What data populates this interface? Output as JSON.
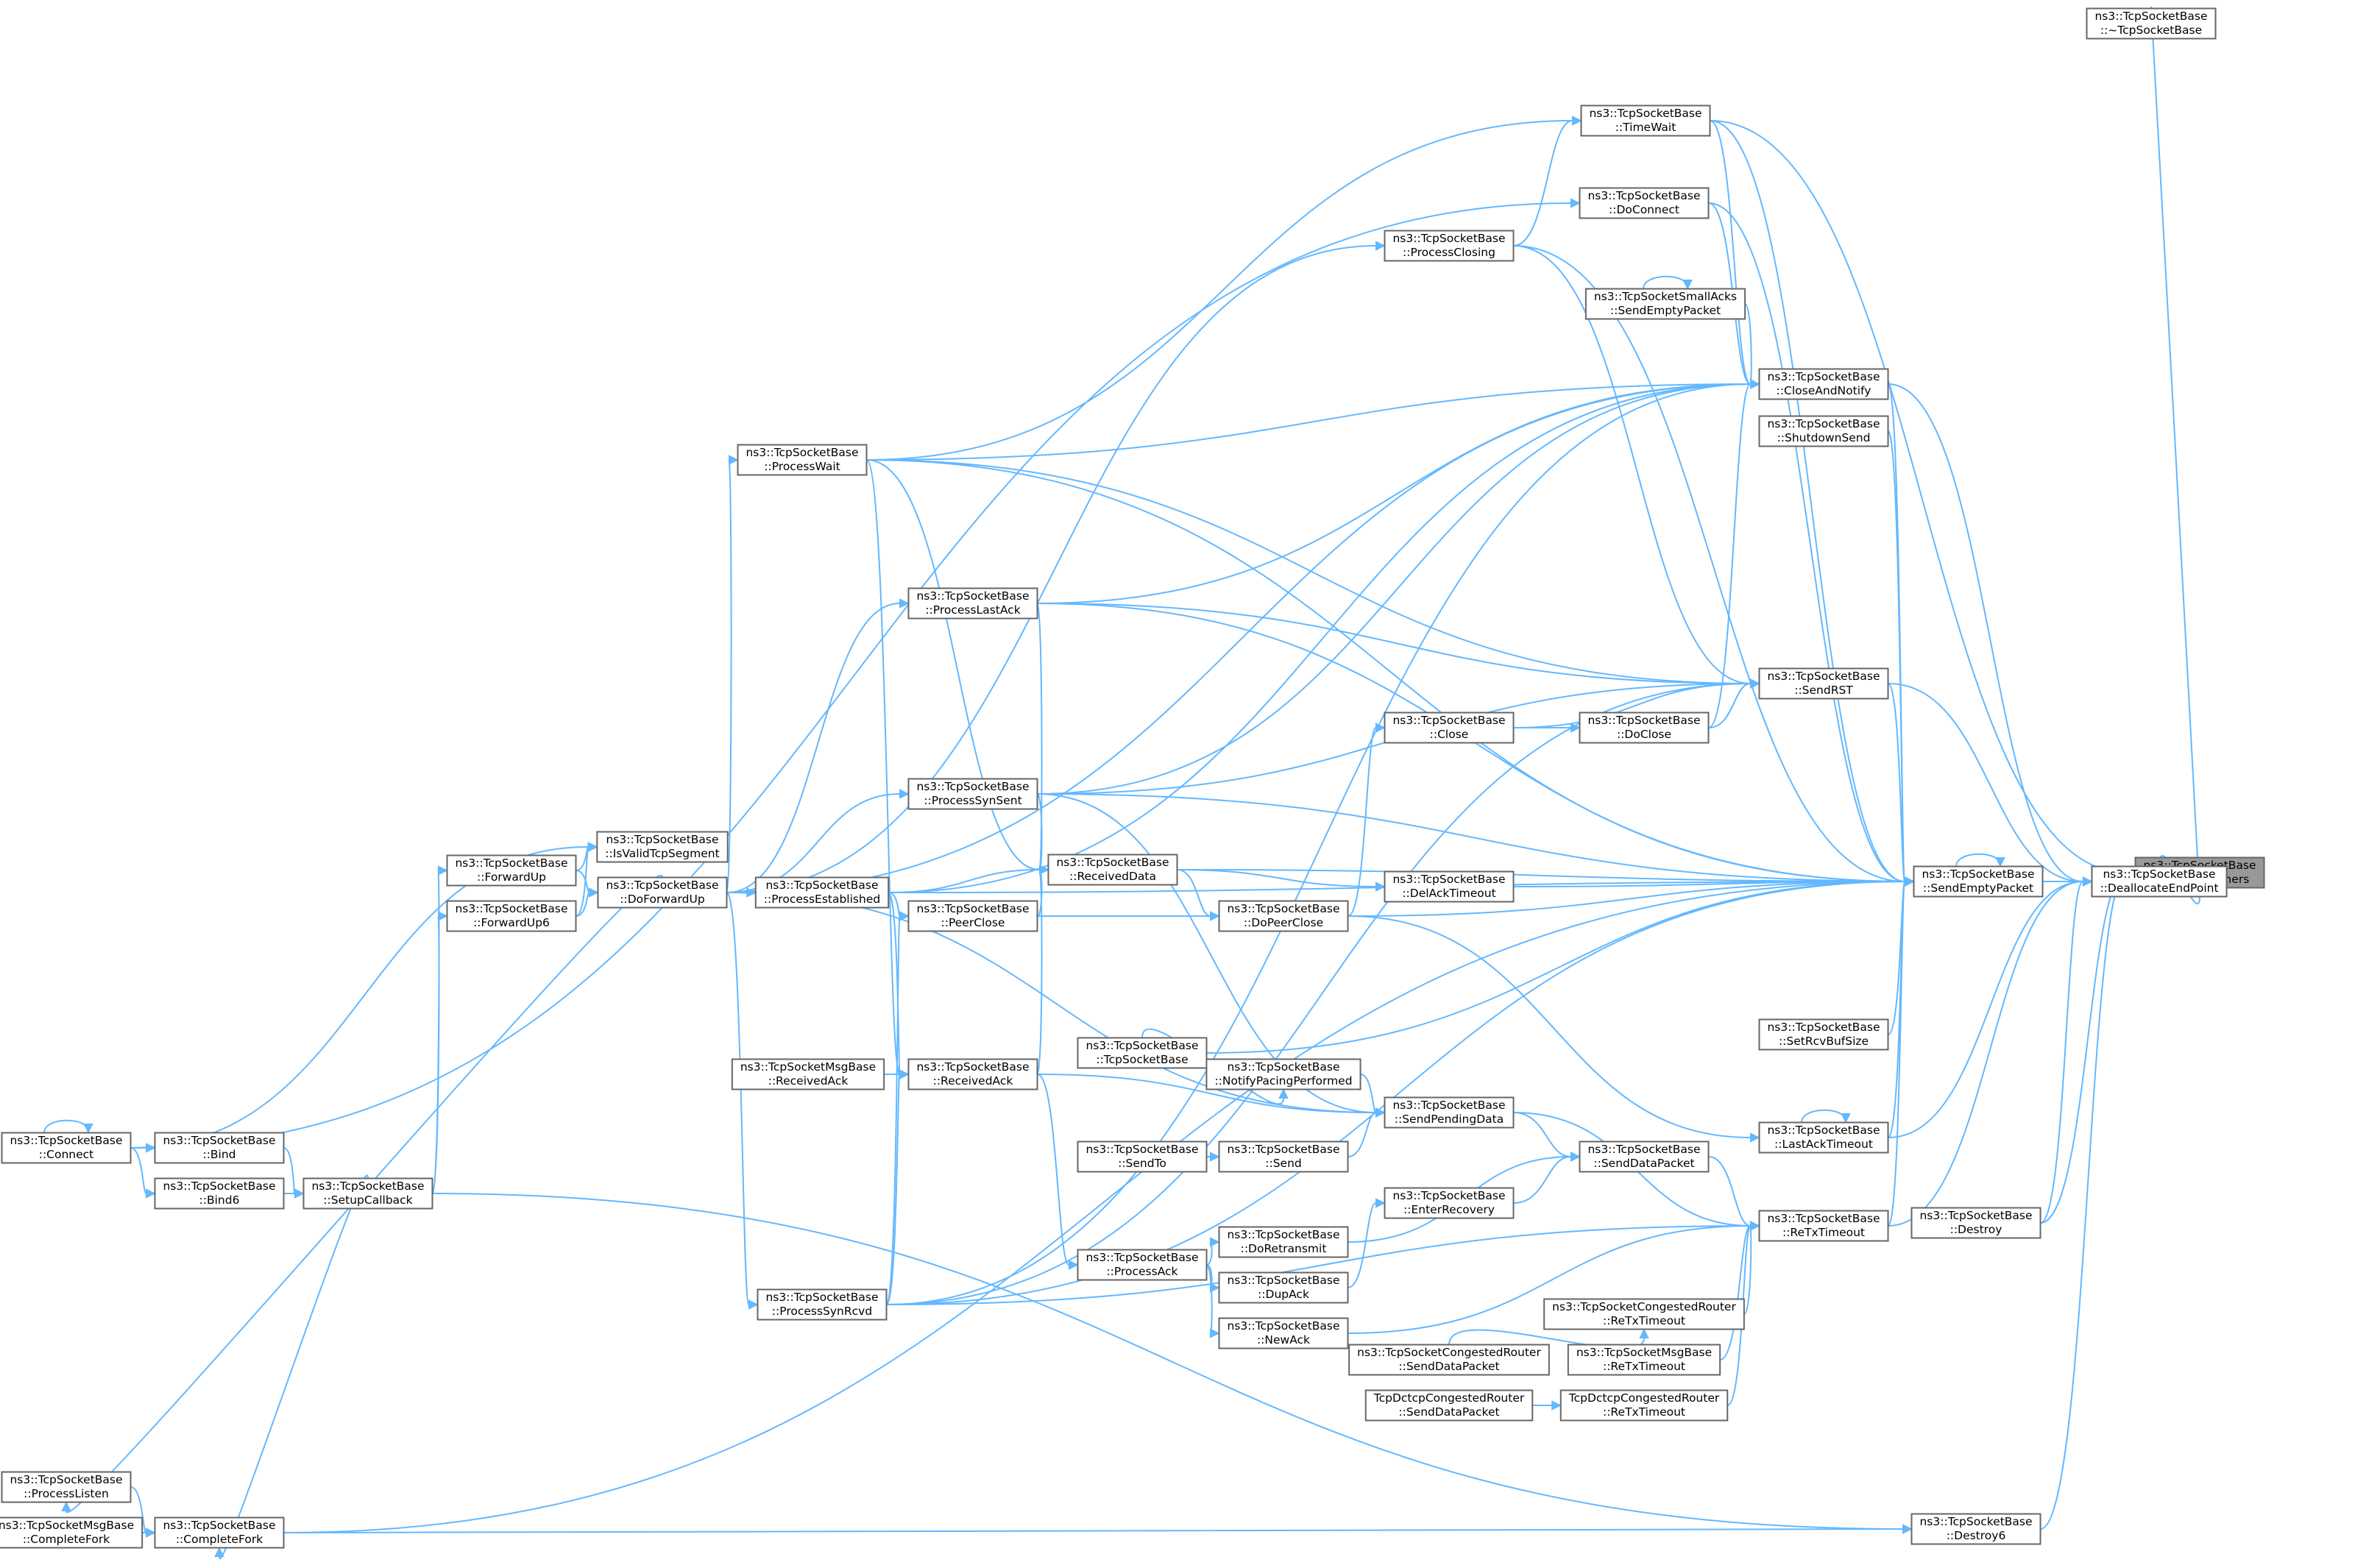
{
  "colors": {
    "edge": "#63b8ff",
    "node_border": "#666666",
    "node_fill": "#ffffff",
    "highlight_fill": "#999999"
  },
  "nodes": {
    "CancelAllTimers": {
      "line1": "ns3::TcpSocketBase",
      "line2": "::CancelAllTimers"
    },
    "Destructor": {
      "line1": "ns3::TcpSocketBase",
      "line2": "::~TcpSocketBase"
    },
    "DeallocateEndPoint": {
      "line1": "ns3::TcpSocketBase",
      "line2": "::DeallocateEndPoint"
    },
    "Destroy": {
      "line1": "ns3::TcpSocketBase",
      "line2": "::Destroy"
    },
    "Destroy6": {
      "line1": "ns3::TcpSocketBase",
      "line2": "::Destroy6"
    },
    "SendEmptyPacket": {
      "line1": "ns3::TcpSocketBase",
      "line2": "::SendEmptyPacket"
    },
    "TimeWait": {
      "line1": "ns3::TcpSocketBase",
      "line2": "::TimeWait"
    },
    "DoConnect": {
      "line1": "ns3::TcpSocketBase",
      "line2": "::DoConnect"
    },
    "ProcessClosing": {
      "line1": "ns3::TcpSocketBase",
      "line2": "::ProcessClosing"
    },
    "SmallAcksSendEmptyPacket": {
      "line1": "ns3::TcpSocketSmallAcks",
      "line2": "::SendEmptyPacket"
    },
    "CloseAndNotify": {
      "line1": "ns3::TcpSocketBase",
      "line2": "::CloseAndNotify"
    },
    "ShutdownSend": {
      "line1": "ns3::TcpSocketBase",
      "line2": "::ShutdownSend"
    },
    "ProcessWait": {
      "line1": "ns3::TcpSocketBase",
      "line2": "::ProcessWait"
    },
    "ProcessLastAck": {
      "line1": "ns3::TcpSocketBase",
      "line2": "::ProcessLastAck"
    },
    "SendRST": {
      "line1": "ns3::TcpSocketBase",
      "line2": "::SendRST"
    },
    "Close": {
      "line1": "ns3::TcpSocketBase",
      "line2": "::Close"
    },
    "DoClose": {
      "line1": "ns3::TcpSocketBase",
      "line2": "::DoClose"
    },
    "ProcessSynSent": {
      "line1": "ns3::TcpSocketBase",
      "line2": "::ProcessSynSent"
    },
    "IsValidTcpSegment": {
      "line1": "ns3::TcpSocketBase",
      "line2": "::IsValidTcpSegment"
    },
    "ForwardUp": {
      "line1": "ns3::TcpSocketBase",
      "line2": "::ForwardUp"
    },
    "ForwardUp6": {
      "line1": "ns3::TcpSocketBase",
      "line2": "::ForwardUp6"
    },
    "DoForwardUp": {
      "line1": "ns3::TcpSocketBase",
      "line2": "::DoForwardUp"
    },
    "ProcessEstablished": {
      "line1": "ns3::TcpSocketBase",
      "line2": "::ProcessEstablished"
    },
    "ReceivedData": {
      "line1": "ns3::TcpSocketBase",
      "line2": "::ReceivedData"
    },
    "DelAckTimeout": {
      "line1": "ns3::TcpSocketBase",
      "line2": "::DelAckTimeout"
    },
    "PeerClose": {
      "line1": "ns3::TcpSocketBase",
      "line2": "::PeerClose"
    },
    "DoPeerClose": {
      "line1": "ns3::TcpSocketBase",
      "line2": "::DoPeerClose"
    },
    "SetRcvBufSize": {
      "line1": "ns3::TcpSocketBase",
      "line2": "::SetRcvBufSize"
    },
    "TcpSocketBaseCtor": {
      "line1": "ns3::TcpSocketBase",
      "line2": "::TcpSocketBase"
    },
    "NotifyPacingPerformed": {
      "line1": "ns3::TcpSocketBase",
      "line2": "::NotifyPacingPerformed"
    },
    "MsgBaseReceivedAck": {
      "line1": "ns3::TcpSocketMsgBase",
      "line2": "::ReceivedAck"
    },
    "ReceivedAck": {
      "line1": "ns3::TcpSocketBase",
      "line2": "::ReceivedAck"
    },
    "SendPendingData": {
      "line1": "ns3::TcpSocketBase",
      "line2": "::SendPendingData"
    },
    "LastAckTimeout": {
      "line1": "ns3::TcpSocketBase",
      "line2": "::LastAckTimeout"
    },
    "Connect": {
      "line1": "ns3::TcpSocketBase",
      "line2": "::Connect"
    },
    "Bind": {
      "line1": "ns3::TcpSocketBase",
      "line2": "::Bind"
    },
    "Bind6": {
      "line1": "ns3::TcpSocketBase",
      "line2": "::Bind6"
    },
    "SetupCallback": {
      "line1": "ns3::TcpSocketBase",
      "line2": "::SetupCallback"
    },
    "SendTo": {
      "line1": "ns3::TcpSocketBase",
      "line2": "::SendTo"
    },
    "Send": {
      "line1": "ns3::TcpSocketBase",
      "line2": "::Send"
    },
    "SendDataPacket": {
      "line1": "ns3::TcpSocketBase",
      "line2": "::SendDataPacket"
    },
    "EnterRecovery": {
      "line1": "ns3::TcpSocketBase",
      "line2": "::EnterRecovery"
    },
    "DoRetransmit": {
      "line1": "ns3::TcpSocketBase",
      "line2": "::DoRetransmit"
    },
    "ProcessAck": {
      "line1": "ns3::TcpSocketBase",
      "line2": "::ProcessAck"
    },
    "DupAck": {
      "line1": "ns3::TcpSocketBase",
      "line2": "::DupAck"
    },
    "ReTxTimeout": {
      "line1": "ns3::TcpSocketBase",
      "line2": "::ReTxTimeout"
    },
    "ProcessSynRcvd": {
      "line1": "ns3::TcpSocketBase",
      "line2": "::ProcessSynRcvd"
    },
    "NewAck": {
      "line1": "ns3::TcpSocketBase",
      "line2": "::NewAck"
    },
    "CongRouterReTx": {
      "line1": "ns3::TcpSocketCongestedRouter",
      "line2": "::ReTxTimeout"
    },
    "CongRouterSendData": {
      "line1": "ns3::TcpSocketCongestedRouter",
      "line2": "::SendDataPacket"
    },
    "MsgBaseReTx": {
      "line1": "ns3::TcpSocketMsgBase",
      "line2": "::ReTxTimeout"
    },
    "DctcpSendData": {
      "line1": "TcpDctcpCongestedRouter",
      "line2": "::SendDataPacket"
    },
    "DctcpReTx": {
      "line1": "TcpDctcpCongestedRouter",
      "line2": "::ReTxTimeout"
    },
    "ProcessListen": {
      "line1": "ns3::TcpSocketBase",
      "line2": "::ProcessListen"
    },
    "CompleteFork": {
      "line1": "ns3::TcpSocketBase",
      "line2": "::CompleteFork"
    },
    "MsgBaseCompleteFork": {
      "line1": "ns3::TcpSocketMsgBase",
      "line2": "::CompleteFork"
    }
  },
  "edges": [
    [
      "CancelAllTimers",
      "Destructor"
    ],
    [
      "CancelAllTimers",
      "DeallocateEndPoint"
    ],
    [
      "CancelAllTimers",
      "Destroy"
    ],
    [
      "CancelAllTimers",
      "Destroy6"
    ],
    [
      "CancelAllTimers",
      "TimeWait"
    ],
    [
      "DeallocateEndPoint",
      "SendEmptyPacket"
    ],
    [
      "DeallocateEndPoint",
      "CloseAndNotify"
    ],
    [
      "DeallocateEndPoint",
      "SendRST"
    ],
    [
      "DeallocateEndPoint",
      "LastAckTimeout"
    ],
    [
      "DeallocateEndPoint",
      "ReTxTimeout"
    ],
    [
      "DeallocateEndPoint",
      "Destroy"
    ],
    [
      "Destroy6",
      "SetupCallback"
    ],
    [
      "Destroy6",
      "CompleteFork"
    ],
    [
      "SendEmptyPacket",
      "TimeWait"
    ],
    [
      "SendEmptyPacket",
      "DoConnect"
    ],
    [
      "SendEmptyPacket",
      "ProcessClosing"
    ],
    [
      "SendEmptyPacket",
      "CloseAndNotify"
    ],
    [
      "SendEmptyPacket",
      "ShutdownSend"
    ],
    [
      "SendEmptyPacket",
      "ProcessWait"
    ],
    [
      "SendEmptyPacket",
      "ProcessLastAck"
    ],
    [
      "SendEmptyPacket",
      "SendRST"
    ],
    [
      "SendEmptyPacket",
      "ProcessSynSent"
    ],
    [
      "SendEmptyPacket",
      "ReceivedData"
    ],
    [
      "SendEmptyPacket",
      "DelAckTimeout"
    ],
    [
      "SendEmptyPacket",
      "DoPeerClose"
    ],
    [
      "SendEmptyPacket",
      "ProcessEstablished"
    ],
    [
      "SendEmptyPacket",
      "TcpSocketBaseCtor"
    ],
    [
      "SendEmptyPacket",
      "SetRcvBufSize"
    ],
    [
      "SendEmptyPacket",
      "LastAckTimeout"
    ],
    [
      "SendEmptyPacket",
      "ReTxTimeout"
    ],
    [
      "SendEmptyPacket",
      "SendEmptyPacket"
    ],
    [
      "SendEmptyPacket",
      "ProcessSynRcvd"
    ],
    [
      "SendEmptyPacket",
      "CompleteFork"
    ],
    [
      "TimeWait",
      "ProcessClosing"
    ],
    [
      "TimeWait",
      "ProcessWait"
    ],
    [
      "DoConnect",
      "Connect"
    ],
    [
      "ProcessClosing",
      "DoForwardUp"
    ],
    [
      "SmallAcksSendEmptyPacket",
      "SmallAcksSendEmptyPacket"
    ],
    [
      "CloseAndNotify",
      "TimeWait"
    ],
    [
      "CloseAndNotify",
      "DoConnect"
    ],
    [
      "CloseAndNotify",
      "SmallAcksSendEmptyPacket"
    ],
    [
      "CloseAndNotify",
      "ProcessWait"
    ],
    [
      "CloseAndNotify",
      "ProcessLastAck"
    ],
    [
      "CloseAndNotify",
      "ProcessSynSent"
    ],
    [
      "CloseAndNotify",
      "DoClose"
    ],
    [
      "CloseAndNotify",
      "ProcessEstablished"
    ],
    [
      "CloseAndNotify",
      "DoForwardUp"
    ],
    [
      "CloseAndNotify",
      "ProcessSynRcvd"
    ],
    [
      "ProcessWait",
      "DoForwardUp"
    ],
    [
      "ProcessLastAck",
      "DoForwardUp"
    ],
    [
      "SendRST",
      "ProcessClosing"
    ],
    [
      "SendRST",
      "ProcessWait"
    ],
    [
      "SendRST",
      "ProcessLastAck"
    ],
    [
      "SendRST",
      "DoClose"
    ],
    [
      "SendRST",
      "Close"
    ],
    [
      "SendRST",
      "ProcessSynSent"
    ],
    [
      "SendRST",
      "ProcessSynRcvd"
    ],
    [
      "DoClose",
      "Close"
    ],
    [
      "Close",
      "DoPeerClose"
    ],
    [
      "ProcessSynSent",
      "DoForwardUp"
    ],
    [
      "IsValidTcpSegment",
      "ForwardUp"
    ],
    [
      "IsValidTcpSegment",
      "ForwardUp6"
    ],
    [
      "ForwardUp",
      "SetupCallback"
    ],
    [
      "ForwardUp6",
      "SetupCallback"
    ],
    [
      "DoForwardUp",
      "ForwardUp"
    ],
    [
      "DoForwardUp",
      "ForwardUp6"
    ],
    [
      "ProcessEstablished",
      "DoForwardUp"
    ],
    [
      "ReceivedData",
      "ProcessWait"
    ],
    [
      "ReceivedData",
      "ProcessLastAck"
    ],
    [
      "ReceivedData",
      "ProcessSynSent"
    ],
    [
      "ReceivedData",
      "ProcessEstablished"
    ],
    [
      "ReceivedData",
      "PeerClose"
    ],
    [
      "ReceivedData",
      "ReceivedAck"
    ],
    [
      "DelAckTimeout",
      "ReceivedData"
    ],
    [
      "PeerClose",
      "ProcessEstablished"
    ],
    [
      "PeerClose",
      "ProcessSynRcvd"
    ],
    [
      "DoPeerClose",
      "ReceivedData"
    ],
    [
      "DoPeerClose",
      "PeerClose"
    ],
    [
      "LastAckTimeout",
      "DoPeerClose"
    ],
    [
      "LastAckTimeout",
      "LastAckTimeout"
    ],
    [
      "NotifyPacingPerformed",
      "TcpSocketBaseCtor"
    ],
    [
      "ReceivedAck",
      "MsgBaseReceivedAck"
    ],
    [
      "ReceivedAck",
      "ProcessEstablished"
    ],
    [
      "ReceivedAck",
      "ProcessWait"
    ],
    [
      "ReceivedAck",
      "ProcessSynRcvd"
    ],
    [
      "SendPendingData",
      "NotifyPacingPerformed"
    ],
    [
      "SendPendingData",
      "ReceivedAck"
    ],
    [
      "SendPendingData",
      "Send"
    ],
    [
      "SendPendingData",
      "ProcessSynSent"
    ],
    [
      "SendPendingData",
      "DoForwardUp"
    ],
    [
      "Connect",
      "Connect"
    ],
    [
      "Bind",
      "Connect"
    ],
    [
      "Bind6",
      "Connect"
    ],
    [
      "SetupCallback",
      "Bind"
    ],
    [
      "SetupCallback",
      "Bind6"
    ],
    [
      "Send",
      "SendTo"
    ],
    [
      "SendDataPacket",
      "SendPendingData"
    ],
    [
      "SendDataPacket",
      "EnterRecovery"
    ],
    [
      "SendDataPacket",
      "DoRetransmit"
    ],
    [
      "EnterRecovery",
      "DupAck"
    ],
    [
      "DoRetransmit",
      "ProcessAck"
    ],
    [
      "ProcessAck",
      "ReceivedAck"
    ],
    [
      "DupAck",
      "ProcessAck"
    ],
    [
      "NewAck",
      "ProcessAck"
    ],
    [
      "ReTxTimeout",
      "SendDataPacket"
    ],
    [
      "ReTxTimeout",
      "SendPendingData"
    ],
    [
      "ReTxTimeout",
      "CongRouterReTx"
    ],
    [
      "ReTxTimeout",
      "MsgBaseReTx"
    ],
    [
      "ReTxTimeout",
      "DctcpReTx"
    ],
    [
      "ReTxTimeout",
      "NewAck"
    ],
    [
      "ReTxTimeout",
      "ProcessSynRcvd"
    ],
    [
      "CongRouterReTx",
      "CongRouterSendData"
    ],
    [
      "DctcpReTx",
      "DctcpSendData"
    ],
    [
      "ProcessSynRcvd",
      "DoForwardUp"
    ],
    [
      "ProcessListen",
      "DoForwardUp"
    ],
    [
      "CompleteFork",
      "ProcessListen"
    ],
    [
      "CompleteFork",
      "MsgBaseCompleteFork"
    ],
    [
      "CompleteFork",
      "SetupCallback"
    ],
    [
      "IsValidTcpSegment",
      "Connect"
    ]
  ]
}
